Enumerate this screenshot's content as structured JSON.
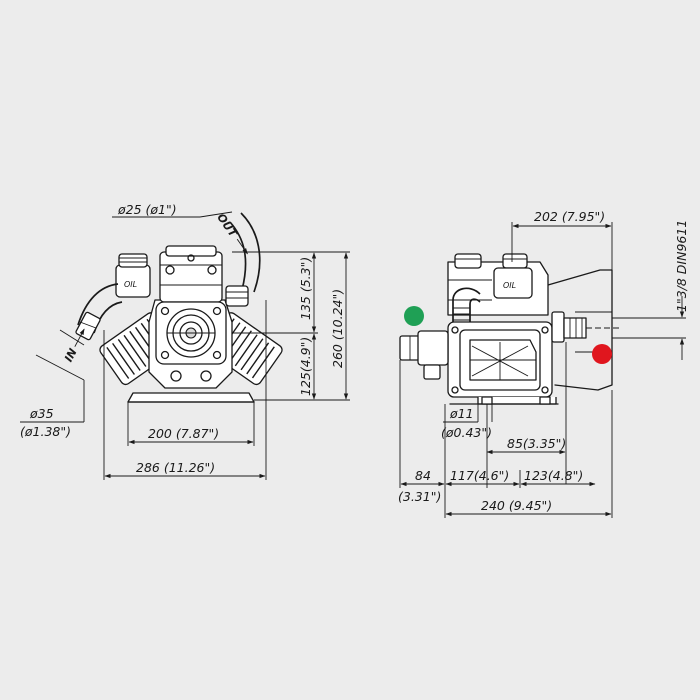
{
  "dimensions": {
    "inlet_diameter": "ø25 (ø1\")",
    "outlet_label": "OUT",
    "inlet_label": "IN",
    "port_diameter": "ø35",
    "port_diameter_in": "(ø1.38\")",
    "mount_width": "200  (7.87\")",
    "overall_width": "286  (11.26\")",
    "height_lower": "125(4.9\")",
    "height_upper": "135 (5.3\")",
    "overall_height": "260  (10.24\")",
    "shaft_length": "202 (7.95\")",
    "shaft_spec": "1\"3/8  DIN9611",
    "hole_diameter": "ø11",
    "hole_diameter_in": "(ø0.43\")",
    "offset_85": "85(3.35\")",
    "offset_84": "84",
    "offset_84_in": "(3.31\")",
    "offset_117": "117(4.6\")",
    "offset_123": "123(4.8\")",
    "base_length": "240 (9.45\")"
  },
  "oil_label": "OIL",
  "colors": {
    "background": "#ececec",
    "line": "#1a1a1a",
    "green_marker": "#1fa055",
    "red_marker": "#e0161e"
  }
}
